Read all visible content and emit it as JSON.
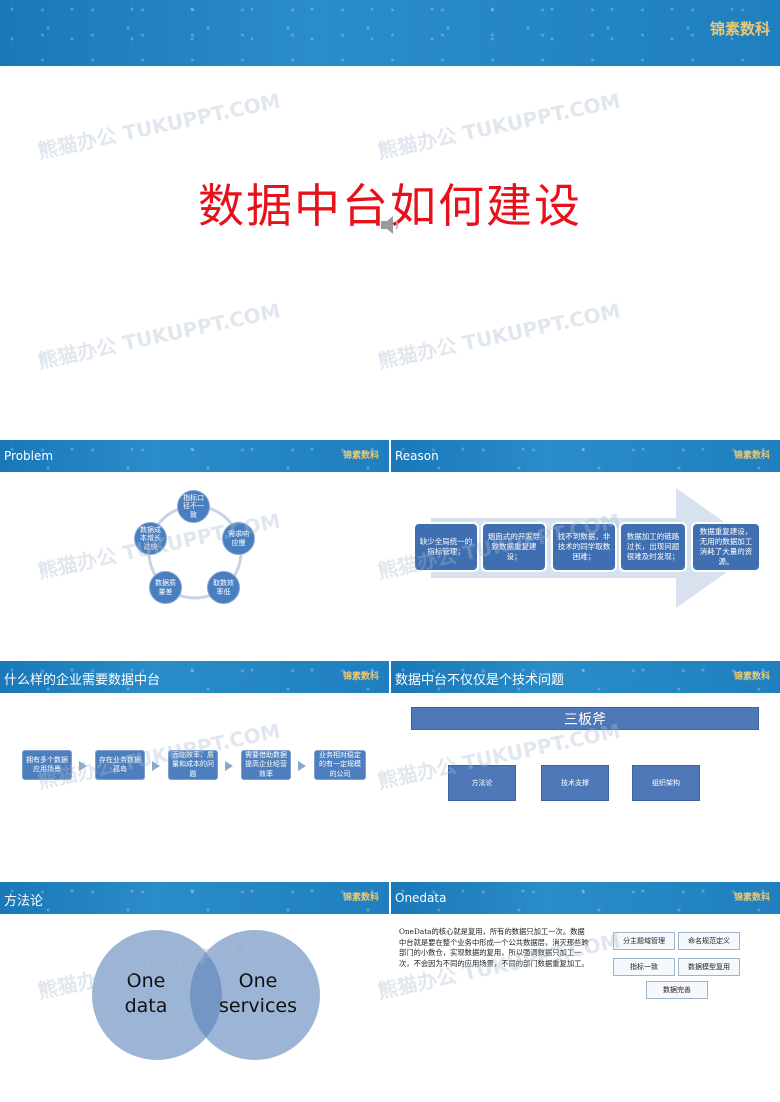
{
  "slide1": {
    "brand": "锦素数科",
    "title": "数据中台如何建设"
  },
  "slide2": {
    "title": "Problem",
    "brand": "锦素数科",
    "cycle": [
      "指标口径不一致",
      "需求响应慢",
      "取数效率低",
      "数据质量差",
      "数据成本增长过快"
    ]
  },
  "slide3": {
    "title": "Reason",
    "brand": "锦素数科",
    "items": [
      "缺少全局统一的指标管理；",
      "烟囱式的开发导致数据重复建设；",
      "找不到数据，非技术的同学取数困难；",
      "数据加工的链路过长，出现问题很难及时发现；",
      "数据重复建设，无用的数据加工消耗了大量的资源。"
    ]
  },
  "slide4": {
    "title": "什么样的企业需要数据中台",
    "brand": "锦素数科",
    "steps": [
      "拥有多个数据应用场景",
      "存在业务数据孤岛",
      "面临效率、质量和成本的问题",
      "需要借助数据提高企业经营效率",
      "业务相对稳定的有一定规模的公司"
    ]
  },
  "slide5": {
    "title": "数据中台不仅仅是个技术问题",
    "brand": "锦素数科",
    "top": "三板斧",
    "items": [
      "方法论",
      "技术支撑",
      "组织架构"
    ]
  },
  "slide6": {
    "title": "方法论",
    "brand": "锦素数科",
    "left": "One\ndata",
    "right": "One\nservices"
  },
  "slide7": {
    "title": "Onedata",
    "brand": "锦素数科",
    "text": "OneData的核心就是复用，所有的数据只加工一次。数据中台就是要在整个业务中形成一个公共数据层，消灭那些跨部门的小数仓，实现数据的复用，所以强调数据只加工一次，不会因为不同的应用场景，不同的部门数据重复加工。",
    "boxes": [
      "分主题域管理",
      "命名规范定义",
      "指标一致",
      "数据模型复用",
      "数据完善"
    ]
  },
  "watermark": "熊猫办公 TUKUPPT.COM",
  "colors": {
    "band": "#1f7fbf",
    "title_red": "#e8101a",
    "brand_gold": "#e8c874",
    "shape_blue": "#4a7fbf"
  }
}
